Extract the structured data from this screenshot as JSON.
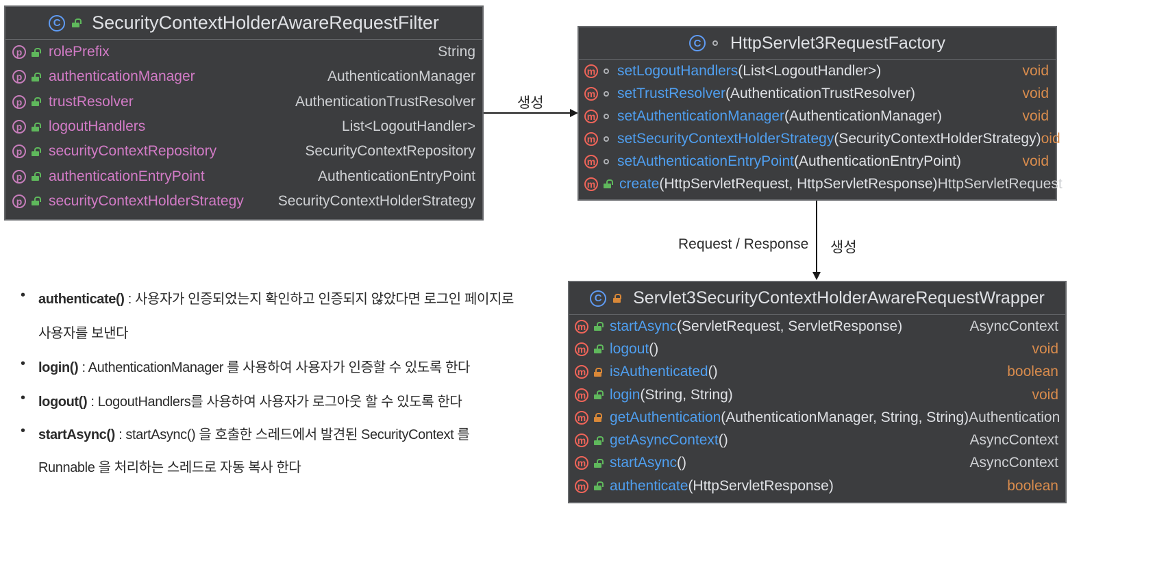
{
  "filter_class": {
    "name": "SecurityContextHolderAwareRequestFilter",
    "badge": "C",
    "fields": [
      {
        "name": "rolePrefix",
        "type": "String"
      },
      {
        "name": "authenticationManager",
        "type": "AuthenticationManager"
      },
      {
        "name": "trustResolver",
        "type": "AuthenticationTrustResolver"
      },
      {
        "name": "logoutHandlers",
        "type": "List<LogoutHandler>"
      },
      {
        "name": "securityContextRepository",
        "type": "SecurityContextRepository"
      },
      {
        "name": "authenticationEntryPoint",
        "type": "AuthenticationEntryPoint"
      },
      {
        "name": "securityContextHolderStrategy",
        "type": "SecurityContextHolderStrategy"
      }
    ]
  },
  "factory_class": {
    "name": "HttpServlet3RequestFactory",
    "badge": "C",
    "methods": [
      {
        "name": "setLogoutHandlers",
        "params": "(List<LogoutHandler>)",
        "returns": "void"
      },
      {
        "name": "setTrustResolver",
        "params": "(AuthenticationTrustResolver)",
        "returns": "void"
      },
      {
        "name": "setAuthenticationManager",
        "params": "(AuthenticationManager)",
        "returns": "void"
      },
      {
        "name": "setSecurityContextHolderStrategy",
        "params": "(SecurityContextHolderStrategy)",
        "returns": "oid"
      },
      {
        "name": "setAuthenticationEntryPoint",
        "params": "(AuthenticationEntryPoint)",
        "returns": "void"
      },
      {
        "name": "create",
        "params": "(HttpServletRequest, HttpServletResponse)",
        "returns": "HttpServletRequest"
      }
    ]
  },
  "wrapper_class": {
    "name": "Servlet3SecurityContextHolderAwareRequestWrapper",
    "badge": "C",
    "methods": [
      {
        "name": "startAsync",
        "params": "(ServletRequest, ServletResponse)",
        "returns": "AsyncContext"
      },
      {
        "name": "logout",
        "params": "()",
        "returns": "void"
      },
      {
        "name": "isAuthenticated",
        "params": "()",
        "returns": "boolean"
      },
      {
        "name": "login",
        "params": "(String, String)",
        "returns": "void"
      },
      {
        "name": "getAuthentication",
        "params": "(AuthenticationManager, String, String)",
        "returns": "Authentication"
      },
      {
        "name": "getAsyncContext",
        "params": "()",
        "returns": "AsyncContext"
      },
      {
        "name": "startAsync",
        "params": "()",
        "returns": "AsyncContext"
      },
      {
        "name": "authenticate",
        "params": "(HttpServletResponse)",
        "returns": "boolean"
      }
    ]
  },
  "arrows": {
    "filter_to_factory": "생성",
    "factory_to_wrapper_left": "Request / Response",
    "factory_to_wrapper_right": "생성"
  },
  "badges": {
    "field": "p",
    "method": "m",
    "bullet": "•"
  },
  "notes": [
    {
      "method": "authenticate()",
      "colon": " : ",
      "text": "사용자가 인증되었는지 확인하고 인증되지 않았다면 로그인 페이지로"
    },
    {
      "continuation": "사용자를 보낸다"
    },
    {
      "method": "login()",
      "colon": " : ",
      "text": "AuthenticationManager 를 사용하여 사용자가 인증할 수 있도록 한다"
    },
    {
      "method": "logout()",
      "colon": " : ",
      "text": "LogoutHandlers를 사용하여 사용자가 로그아웃 할 수 있도록 한다"
    },
    {
      "method": "startAsync()",
      "colon": " : ",
      "text": "startAsync() 을 호출한 스레드에서 발견된 SecurityContext 를"
    },
    {
      "continuation": "Runnable 을 처리하는 스레드로 자동 복사 한다"
    }
  ],
  "colors": {
    "box_bg": "#3c3d3f",
    "field_name": "#d27bc6",
    "method_name": "#4f9ff0",
    "void_type": "#d98c4d",
    "public_lock": "#5fb85c",
    "private_lock": "#d98838"
  }
}
